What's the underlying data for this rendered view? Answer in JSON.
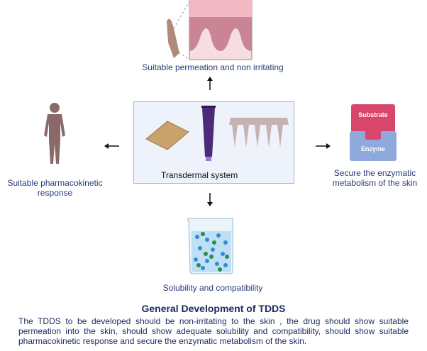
{
  "diagram": {
    "center": {
      "label": "Transdermal system",
      "items": [
        "patch-icon",
        "tube-icon",
        "microneedle-icon"
      ]
    },
    "top": {
      "label": "Suitable permeation and non irritating",
      "icon": "skin-cross-section-icon"
    },
    "left": {
      "label_line1": "Suitable pharmacokinetic",
      "label_line2": "response",
      "icon": "human-body-icon"
    },
    "right": {
      "label_line1": "Secure the enzymatic",
      "label_line2": "metabolism of the skin",
      "icon": "enzyme-substrate-icon",
      "substrate_text": "Substrate",
      "enzyme_text": "Enzyme"
    },
    "bottom": {
      "label": "Solubility and compatibility",
      "icon": "beaker-icon"
    },
    "colors": {
      "label": "#2b3a7a",
      "substrate": "#d9466b",
      "enzyme": "#8ea9dc",
      "body": "#8a6a68",
      "tube": "#4b2a7a",
      "patch": "#c9a26b",
      "box_bg": "#eef3fb",
      "box_border": "#9fb0cf"
    }
  },
  "footer": {
    "title": "General Development of TDDS",
    "text": "The TDDS to be developed should be non-irritating to the skin , the drug should show suitable permeation into the  skin,  should show adequate  solubility and compatibility, should show suitable pharmacokinetic response  and secure the enzymatic metabolism of the skin."
  }
}
